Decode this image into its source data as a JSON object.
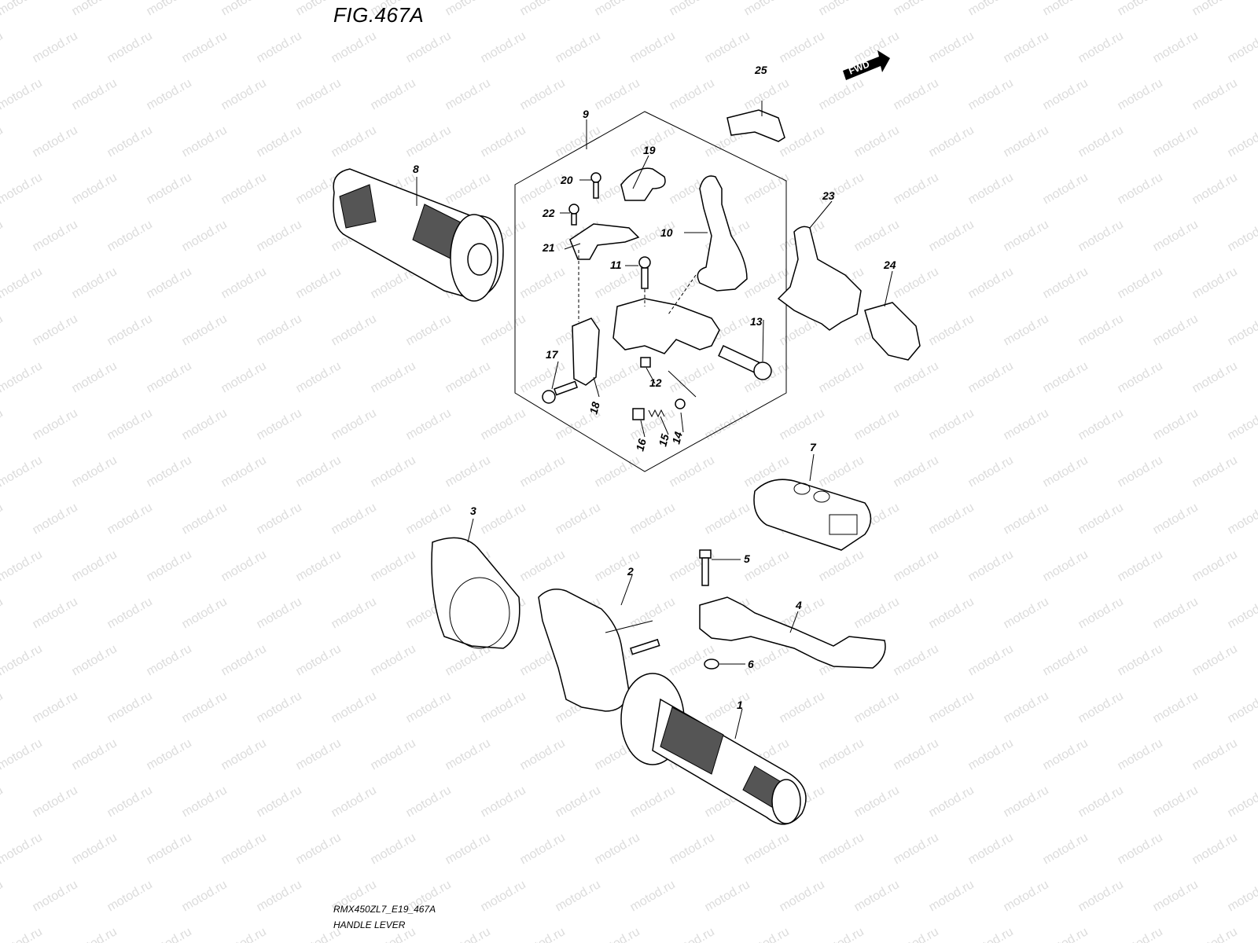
{
  "figure": {
    "title": "FIG.467A",
    "model_code": "RMX450ZL7_E19_467A",
    "name": "HANDLE LEVER",
    "fwd_label": "FWD",
    "watermark": "motod.ru"
  },
  "callouts": [
    "1",
    "2",
    "3",
    "4",
    "5",
    "6",
    "7",
    "8",
    "9",
    "10",
    "11",
    "12",
    "13",
    "14",
    "15",
    "16",
    "17",
    "18",
    "19",
    "20",
    "21",
    "22",
    "23",
    "24",
    "25"
  ],
  "colors": {
    "line": "#000000",
    "watermark": "#dcdcdc",
    "background": "#ffffff",
    "grip": "#555555"
  }
}
